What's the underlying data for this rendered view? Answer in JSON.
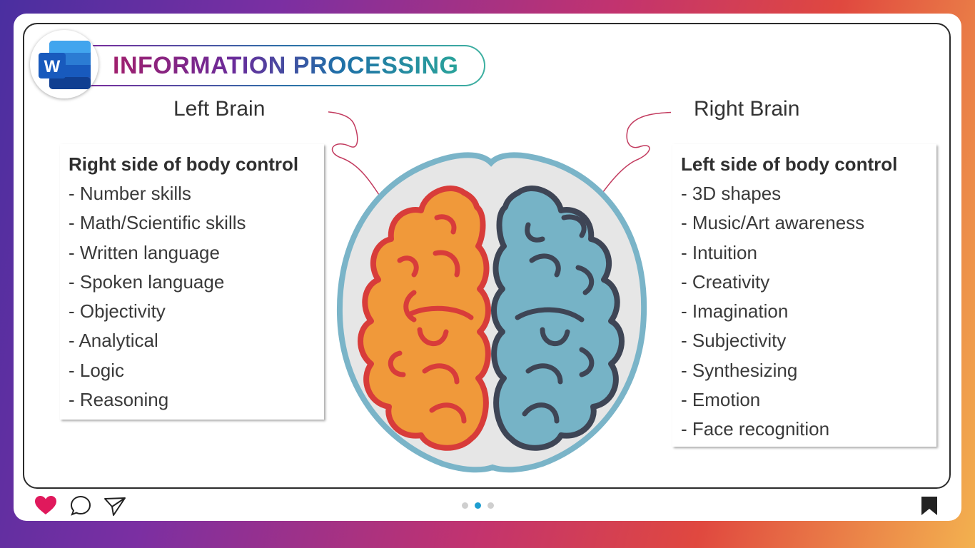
{
  "header": {
    "app_icon": "word-icon",
    "app_icon_letter": "W",
    "title": "INFORMATION PROCESSING"
  },
  "labels": {
    "left_brain": "Left Brain",
    "right_brain": "Right Brain"
  },
  "left_box": {
    "title": "Right side of body control",
    "items": [
      "- Number skills",
      "- Math/Scientific skills",
      "- Written language",
      "- Spoken language",
      "- Objectivity",
      "- Analytical",
      "- Logic",
      "- Reasoning"
    ]
  },
  "right_box": {
    "title": "Left side of body control",
    "items": [
      "- 3D shapes",
      "- Music/Art awareness",
      "- Intuition",
      "- Creativity",
      "- Imagination",
      "- Subjectivity",
      "- Synthesizing",
      "- Emotion",
      "- Face recognition"
    ]
  },
  "footer": {
    "icons": [
      "heart-icon",
      "comment-icon",
      "send-icon",
      "bookmark-icon"
    ],
    "pagination": {
      "total": 3,
      "active": 2
    }
  },
  "colors": {
    "accent_heart": "#e0195c",
    "left_brain_fill": "#f0993a",
    "left_brain_stroke": "#d83c3a",
    "right_brain_fill": "#76b3c6",
    "right_brain_stroke": "#3e4555",
    "outline": "#7ab4c8",
    "pager_active": "#1f9ed0"
  }
}
